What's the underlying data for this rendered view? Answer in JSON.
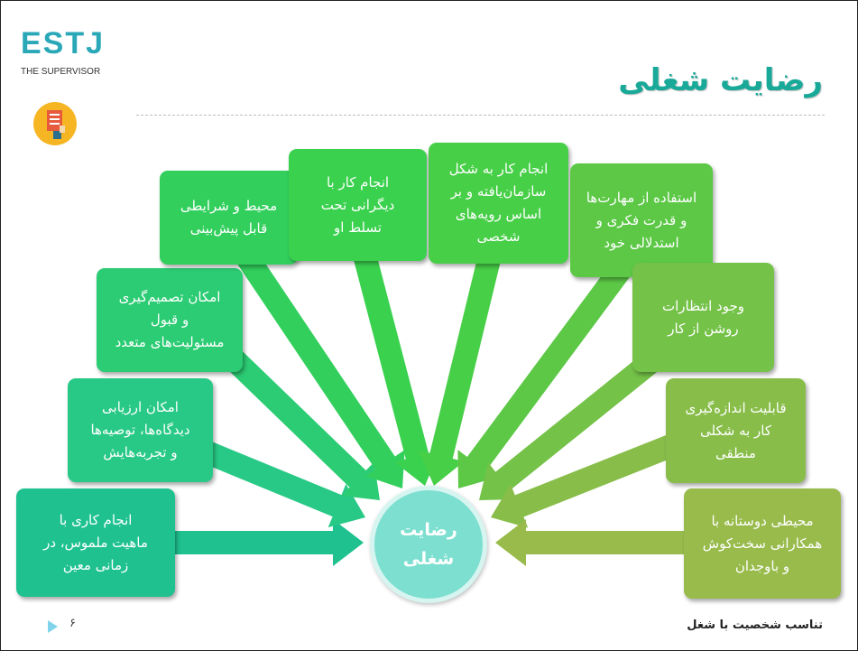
{
  "logo": {
    "title": "ESTJ",
    "subtitle": "THE SUPERVISOR",
    "icon": "clipboard-checklist-icon"
  },
  "slide": {
    "title": "رضایت شغلی"
  },
  "center": {
    "label": "رضایت\nشغلی",
    "color": "#7ddfd0"
  },
  "boxes": [
    {
      "label": "انجام کاری با\nماهیت ملموس، در\nزمانی معین",
      "color": "#1fc28f"
    },
    {
      "label": "امکان ارزیابی\nدیدگاه‌ها، توصیه‌ها\nو تجربه‌هایش",
      "color": "#28c986"
    },
    {
      "label": "امکان تصمیم‌گیری\nو قبول\nمسئولیت‌های متعدد",
      "color": "#2ccc74"
    },
    {
      "label": "محیط و شرایطی\nقابل پیش‌بینی",
      "color": "#32cf5d"
    },
    {
      "label": "انجام کار با\nدیگرانی تحت\nتسلط او",
      "color": "#3ad14e"
    },
    {
      "label": "انجام کار به شکل\nسازمان‌یافته و بر\nاساس رویه‌های\nشخصی",
      "color": "#48cf48"
    },
    {
      "label": "استفاده از مهارت‌ها\nو قدرت فکری و\nاستدلالی خود",
      "color": "#5cc846"
    },
    {
      "label": "وجود انتظارات\nروشن از کار",
      "color": "#74c248"
    },
    {
      "label": "قابلیت اندازه‌گیری\nکار به شکلی\nمنطقی",
      "color": "#88bd4a"
    },
    {
      "label": "محیطی دوستانه با\nهمکارانی سخت‌کوش\nو باوجدان",
      "color": "#98bb4c"
    }
  ],
  "footer": {
    "text": "تناسب شخصیت با شغل",
    "page": "۶",
    "nav_icon": "play-triangle-icon"
  }
}
